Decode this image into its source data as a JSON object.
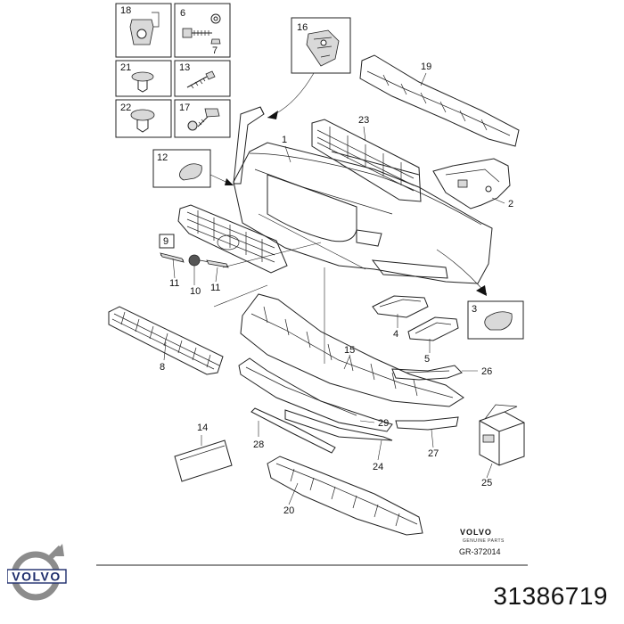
{
  "brand": {
    "name": "VOLVO",
    "sub": "GENUINE PARTS",
    "drawing_number": "GR-372014"
  },
  "part_number": "31386719",
  "logo_text": "VOLVO",
  "callouts": {
    "c1": "1",
    "c2": "2",
    "c3": "3",
    "c4": "4",
    "c5": "5",
    "c6": "6",
    "c7": "7",
    "c8": "8",
    "c9": "9",
    "c10": "10",
    "c11a": "11",
    "c11b": "11",
    "c12": "12",
    "c13": "13",
    "c14": "14",
    "c15": "15",
    "c16": "16",
    "c17": "17",
    "c18": "18",
    "c19": "19",
    "c20": "20",
    "c21": "21",
    "c22": "22",
    "c23": "23",
    "c24": "24",
    "c25": "25",
    "c26": "26",
    "c27": "27",
    "c28": "28",
    "c29": "29"
  }
}
